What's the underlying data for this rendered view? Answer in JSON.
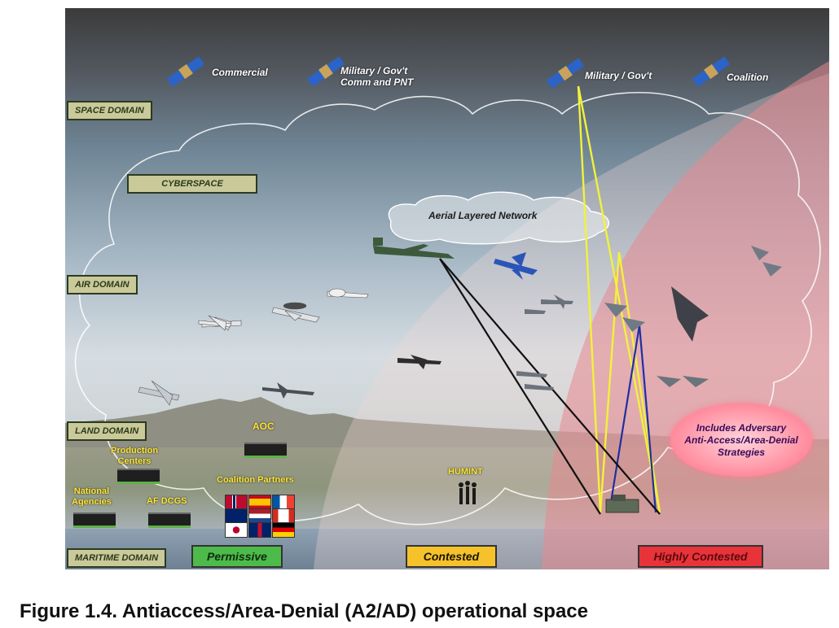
{
  "satellites": {
    "commercial": "Commercial",
    "military_comm": "Military / Gov't\nComm and PNT",
    "military": "Military / Gov't",
    "coalition": "Coalition"
  },
  "domains": {
    "space": "SPACE DOMAIN",
    "cyber": "CYBERSPACE",
    "air": "AIR DOMAIN",
    "land": "LAND DOMAIN",
    "maritime": "MARITIME DOMAIN"
  },
  "network_label": "Aerial Layered Network",
  "ground_labels": {
    "aoc": "AOC",
    "production": "Production\nCenters",
    "coalition_partners": "Coalition Partners",
    "national": "National\nAgencies",
    "dcgs": "AF DCGS",
    "humint": "HUMINT"
  },
  "adversary_note": "Includes Adversary\nAnti-Access/Area-Denial\nStrategies",
  "zones": {
    "permissive": "Permissive",
    "contested": "Contested",
    "highly_contested": "Highly Contested"
  },
  "caption": "Figure 1.4. Antiaccess/Area-Denial (A2/AD) operational space",
  "colors": {
    "permissive": "#4cbb4a",
    "contested": "#f5c22c",
    "highly_contested": "#e8333a",
    "domain_label_bg": "#c9c99a",
    "link_yellow": "#f2f23a",
    "link_blue": "#1f2fa0",
    "link_black": "#111111"
  }
}
